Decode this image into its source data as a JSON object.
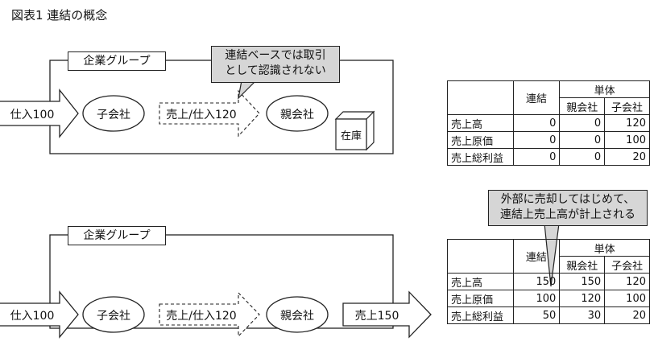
{
  "figure_title": "図表1 連結の概念",
  "top": {
    "group_label": "企業グループ",
    "callout": [
      "連結ベースでは取引",
      "として認識されない"
    ],
    "purchase_label": "仕入100",
    "subsidiary": "子会社",
    "internal_flow": "売上/仕入120",
    "parent": "親会社",
    "inventory": "在庫"
  },
  "bottom": {
    "group_label": "企業グループ",
    "callout": [
      "外部に売却してはじめて、",
      "連結上売上高が計上される"
    ],
    "purchase_label": "仕入100",
    "subsidiary": "子会社",
    "internal_flow": "売上/仕入120",
    "parent": "親会社",
    "external_sales": "売上150"
  },
  "table_top": {
    "col_consolidated": "連結",
    "col_standalone": "単体",
    "col_parent": "親会社",
    "col_subsidiary": "子会社",
    "rows": [
      {
        "label": "売上高",
        "consolidated": "0",
        "parent": "0",
        "subsidiary": "120"
      },
      {
        "label": "売上原価",
        "consolidated": "0",
        "parent": "0",
        "subsidiary": "100"
      },
      {
        "label": "売上総利益",
        "consolidated": "0",
        "parent": "0",
        "subsidiary": "20"
      }
    ]
  },
  "table_bottom": {
    "col_consolidated": "連結",
    "col_standalone": "単体",
    "col_parent": "親会社",
    "col_subsidiary": "子会社",
    "rows": [
      {
        "label": "売上高",
        "consolidated": "150",
        "parent": "150",
        "subsidiary": "120"
      },
      {
        "label": "売上原価",
        "consolidated": "100",
        "parent": "120",
        "subsidiary": "100"
      },
      {
        "label": "売上総利益",
        "consolidated": "50",
        "parent": "30",
        "subsidiary": "20"
      }
    ]
  }
}
